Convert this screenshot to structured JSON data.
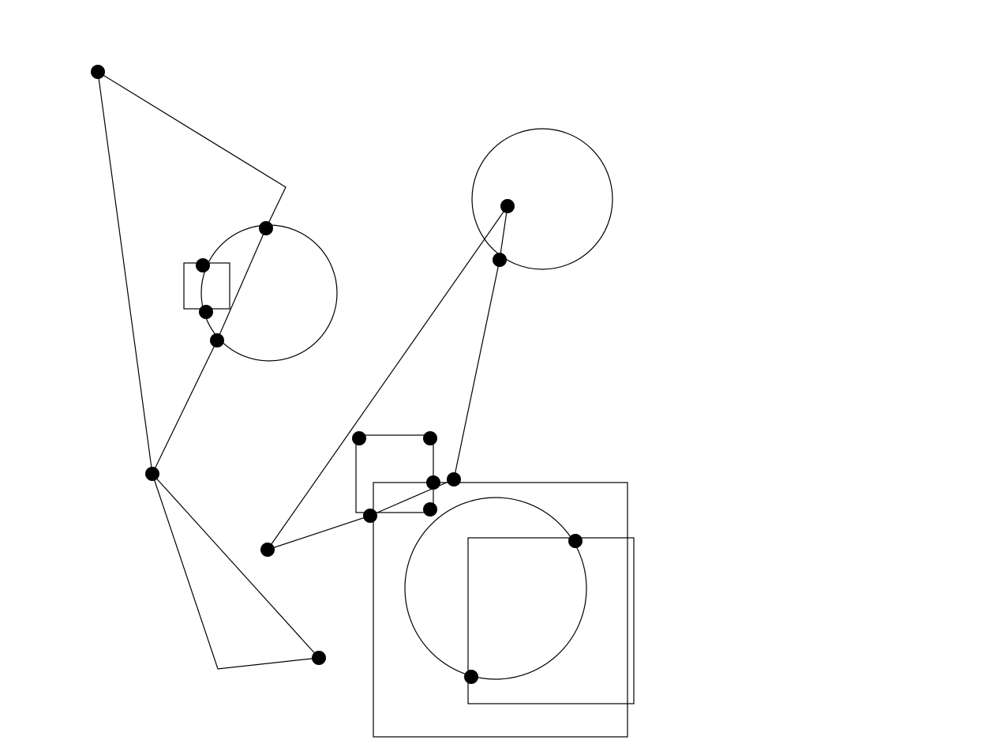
{
  "canvas": {
    "background": "#ffffff",
    "stroke_color": "#000000",
    "point_color": "#000000"
  },
  "shapes": [
    {
      "kind": "polyline",
      "name": "polyline-left"
    },
    {
      "kind": "polyline",
      "name": "polyline-lower-left"
    },
    {
      "kind": "polyline",
      "name": "polyline-center"
    },
    {
      "kind": "circle",
      "name": "circle-left"
    },
    {
      "kind": "circle",
      "name": "circle-upper-right"
    },
    {
      "kind": "circle",
      "name": "circle-lower"
    },
    {
      "kind": "rect",
      "name": "square-small"
    },
    {
      "kind": "rect",
      "name": "square-middle"
    },
    {
      "kind": "rect",
      "name": "square-large"
    },
    {
      "kind": "rect",
      "name": "rect-lower-right"
    }
  ]
}
